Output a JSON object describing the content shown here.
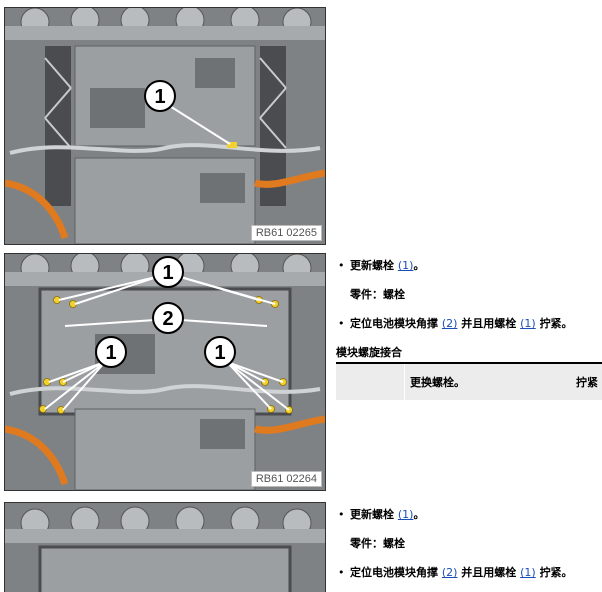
{
  "figures": [
    {
      "label": "RB61 02265",
      "callouts": [
        "1"
      ]
    },
    {
      "label": "RB61 02264",
      "callouts": [
        "1",
        "2",
        "1",
        "1"
      ]
    },
    {
      "label": "",
      "callouts": []
    }
  ],
  "section1": {
    "step1_text": "更新螺栓",
    "step1_ref": "(1)",
    "step1_end": "。",
    "part_label": "零件：",
    "part_value": "螺栓",
    "step2_text_a": "定位电池模块角撑",
    "step2_ref_a": "(2)",
    "step2_text_b": "并且用螺栓",
    "step2_ref_b": "(1)",
    "step2_text_c": "拧紧。"
  },
  "torque": {
    "title": "模块螺旋接合",
    "col2": "更换螺栓。",
    "col3": "拧紧"
  },
  "section2": {
    "step1_text": "更新螺栓",
    "step1_ref": "(1)",
    "step1_end": "。",
    "part_label": "零件：",
    "part_value": "螺栓",
    "step2_text_a": "定位电池模块角撑",
    "step2_ref_a": "(2)",
    "step2_text_b": "并且用螺栓",
    "step2_ref_b": "(1)",
    "step2_text_c": "拧紧。"
  },
  "colors": {
    "cable": "#e07a1f",
    "bolt": "#f2d12e",
    "panel": "#8a8d90"
  }
}
